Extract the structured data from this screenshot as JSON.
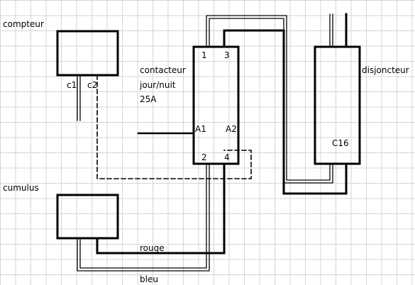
{
  "labels": {
    "compteur": "compteur",
    "c1": "c1",
    "c2": "c2",
    "contacteur": "contacteur",
    "jour_nuit": "jour/nuit",
    "rating": "25A",
    "disjoncteur": "disjoncteur",
    "c16": "C16",
    "cumulus": "cumulus",
    "rouge": "rouge",
    "bleu": "bleu"
  },
  "terminals": {
    "t1": "1",
    "t2": "2",
    "t3": "3",
    "t4": "4",
    "a1": "A1",
    "a2": "A2"
  },
  "colors": {
    "grid": "#d4d4d4",
    "ink": "#000000",
    "background": "#ffffff"
  }
}
